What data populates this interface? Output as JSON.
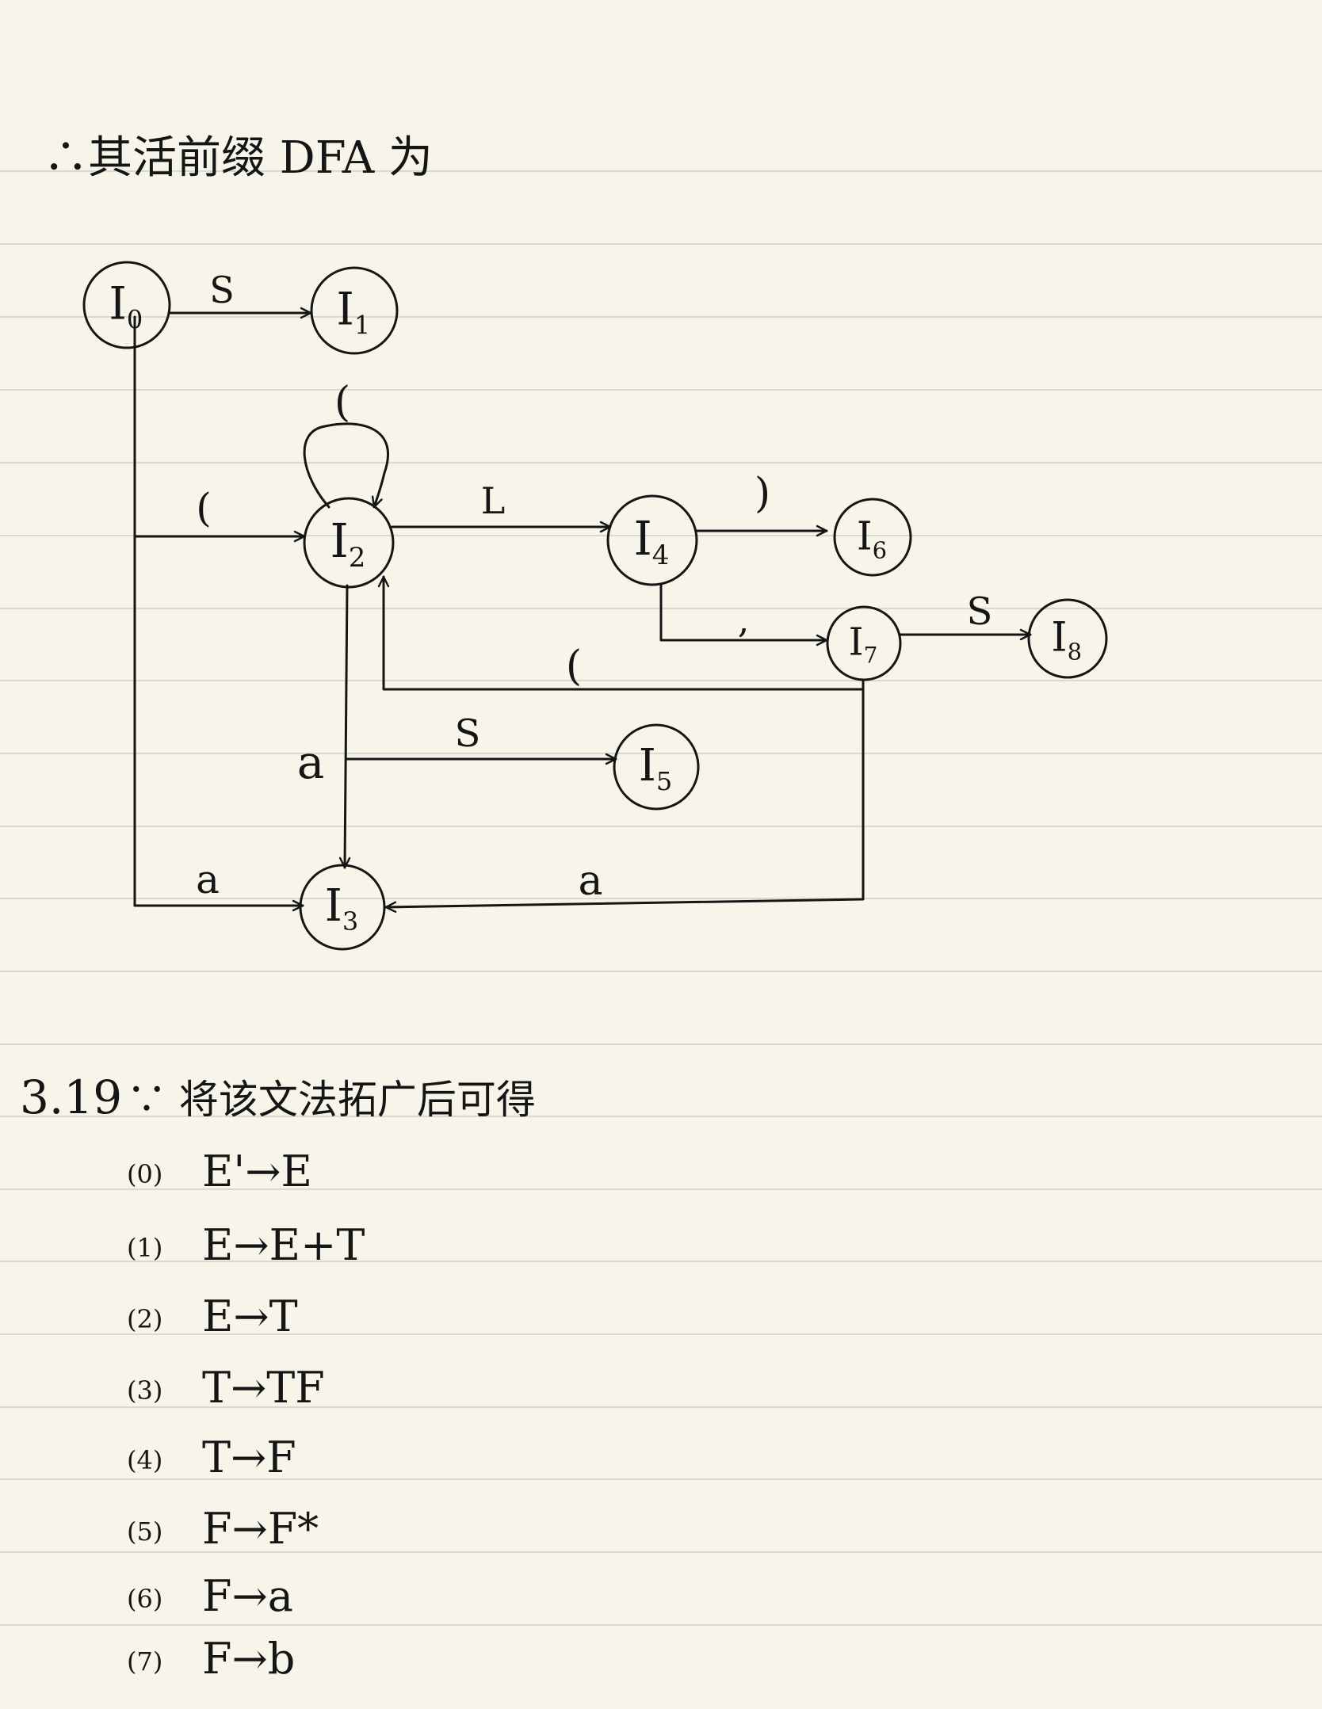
{
  "title": "∴其活前缀 DFA 为",
  "dfa": {
    "nodes": [
      {
        "id": "I0",
        "base": "I",
        "sub": "0"
      },
      {
        "id": "I1",
        "base": "I",
        "sub": "1"
      },
      {
        "id": "I2",
        "base": "I",
        "sub": "2"
      },
      {
        "id": "I3",
        "base": "I",
        "sub": "3"
      },
      {
        "id": "I4",
        "base": "I",
        "sub": "4"
      },
      {
        "id": "I5",
        "base": "I",
        "sub": "5"
      },
      {
        "id": "I6",
        "base": "I",
        "sub": "6"
      },
      {
        "id": "I7",
        "base": "I",
        "sub": "7"
      },
      {
        "id": "I8",
        "base": "I",
        "sub": "8"
      }
    ],
    "edges": [
      {
        "from": "I0",
        "to": "I1",
        "label": "S"
      },
      {
        "from": "I0",
        "to": "I2",
        "label": "("
      },
      {
        "from": "I0",
        "to": "I3",
        "label": "a"
      },
      {
        "from": "I2",
        "to": "I2",
        "label": "("
      },
      {
        "from": "I2",
        "to": "I4",
        "label": "L"
      },
      {
        "from": "I2",
        "to": "I5",
        "label": "S"
      },
      {
        "from": "I2",
        "to": "I3",
        "label": "a"
      },
      {
        "from": "I4",
        "to": "I6",
        "label": ")"
      },
      {
        "from": "I4",
        "to": "I7",
        "label": ","
      },
      {
        "from": "I7",
        "to": "I8",
        "label": "S"
      },
      {
        "from": "I7",
        "to": "I2",
        "label": "("
      },
      {
        "from": "I7",
        "to": "I3",
        "label": "a"
      }
    ]
  },
  "problem": {
    "number": "3.19",
    "intro": "∵ 将该文法拓广后可得",
    "productions": [
      {
        "index": "(0)",
        "rule": "E'→E"
      },
      {
        "index": "(1)",
        "rule": "E→E+T"
      },
      {
        "index": "(2)",
        "rule": "E→T"
      },
      {
        "index": "(3)",
        "rule": "T→TF"
      },
      {
        "index": "(4)",
        "rule": "T→F"
      },
      {
        "index": "(5)",
        "rule": "F→F*"
      },
      {
        "index": "(6)",
        "rule": "F→a"
      },
      {
        "index": "(7)",
        "rule": "F→b"
      }
    ]
  }
}
